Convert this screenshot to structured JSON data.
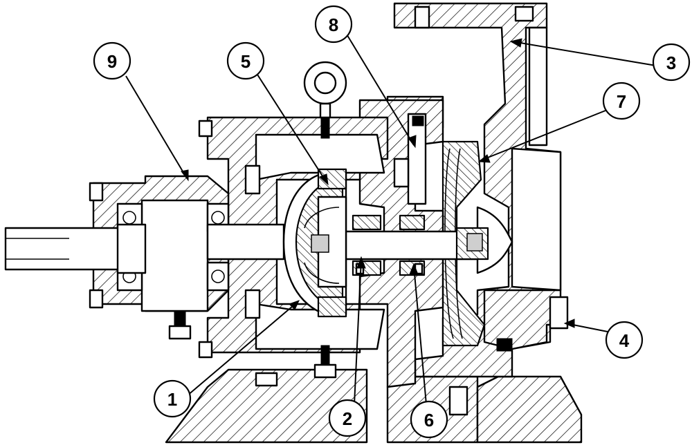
{
  "callouts": [
    {
      "label": "1"
    },
    {
      "label": "2"
    },
    {
      "label": "3"
    },
    {
      "label": "4"
    },
    {
      "label": "5"
    },
    {
      "label": "6"
    },
    {
      "label": "7"
    },
    {
      "label": "8"
    },
    {
      "label": "9"
    }
  ],
  "colors": {
    "line": "#000000",
    "background": "#ffffff"
  }
}
